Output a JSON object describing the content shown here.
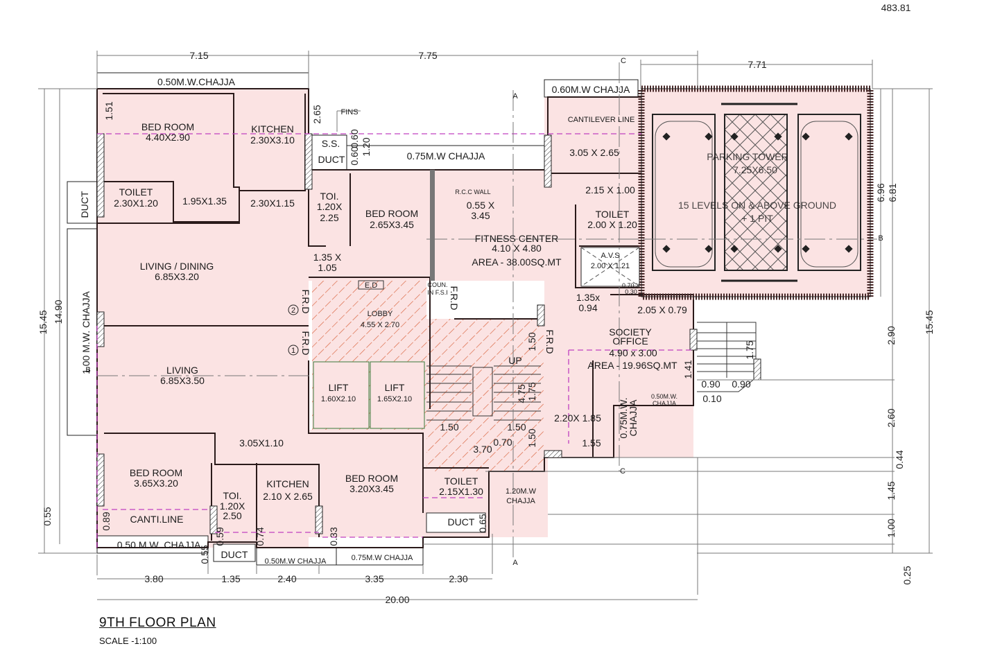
{
  "title": "9TH  FLOOR PLAN",
  "scale": "SCALE -1:100",
  "sheet_ref": "483.81",
  "colors": {
    "room_fill": "#fbe3e3",
    "hatch": "#d9603a",
    "cantilever_line": "#c040c0",
    "wall": "#2a1a1a"
  },
  "dimensions": {
    "top": [
      "7.15",
      "7.75",
      "7.71"
    ],
    "bottom": [
      "3.80",
      "1.35",
      "2.40",
      "3.35",
      "2.30",
      "20.00"
    ],
    "left": [
      "15.45",
      "14.90",
      "0.55"
    ],
    "right": [
      "6.96",
      "6.81",
      "2.90",
      "2.60",
      "0.44",
      "1.45",
      "1.00",
      "0.25",
      "15.45"
    ],
    "misc": [
      "1.51",
      "2.65",
      "0.60",
      "0.60",
      "1.20",
      "0.89",
      "0.59",
      "0.74",
      "0.33",
      "0.55",
      "0.65",
      "1.41",
      "1.75",
      "0.90",
      "0.90",
      "0.10",
      "1.55",
      "1.50",
      "4.75",
      "1.75",
      "1.50",
      "1.50",
      "0.70",
      "3.70",
      "1.50"
    ]
  },
  "section_markers": [
    "A",
    "A",
    "B",
    "B",
    "C",
    "C"
  ],
  "notes": {
    "fins": "FINS",
    "rcc_wall": "R.C.C WALL",
    "cantilever": "CANTILEVER  LINE",
    "canti_line": "CANTI.LINE",
    "ed": "E.D",
    "coun": [
      "COUN.",
      "IN F.S.I"
    ],
    "frd": "F.R.D",
    "up": "UP",
    "circle_2": "2",
    "circle_1": "1",
    "small_070": [
      "0.70 X",
      "0.30"
    ]
  },
  "chajjas": {
    "top_left": "0.50M.W.CHAJJA",
    "mid": "0.75M.W CHAJJA",
    "top_right": "0.60M.W CHAJJA",
    "left": "1.00 M.W. CHAJJA",
    "bottom_left": "0.50 M.W .CHAJJA",
    "bottom_mid": "0.50M.W CHAJJA",
    "bottom_mid2": "0.75M.W CHAJJA",
    "right_bottom": [
      "1.20M.W",
      "CHAJJA"
    ],
    "office_a": [
      "0.75M.W.",
      "CHAJJA"
    ],
    "office_b": [
      "0.50M.W.",
      "CHAJJA"
    ]
  },
  "rooms": {
    "bed1": [
      "BED ROOM",
      "4.40X2.90"
    ],
    "kitchen1": [
      "KITCHEN",
      "2.30X3.10"
    ],
    "toilet1": [
      "TOILET",
      "2.30X1.20"
    ],
    "passage1": "1.95X1.35",
    "passage2": "2.30X1.15",
    "duct_left": "DUCT",
    "ss": "S.S.",
    "duct_top": "DUCT",
    "toi2": [
      "TOI.",
      "1.20X",
      "2.25"
    ],
    "bed2": [
      "BED ROOM",
      "2.65X3.45"
    ],
    "rcc_area": [
      "0.55 X",
      "3.45"
    ],
    "fitness": [
      "FITNESS CENTER",
      "4.10 X 4.80",
      "AREA - 38.00SQ.MT"
    ],
    "room_3_05": "3.05 X 2.65",
    "room_2_15": "2.15 X 1.00",
    "toilet3": [
      "TOILET",
      "2.00 X 1.20"
    ],
    "avs": [
      "A.V.S",
      "2.00 X 1.21"
    ],
    "parking": [
      "PARKING TOWER",
      "7.25X6.50",
      "15 LEVELS ON & ABOVE GROUND",
      "+ 1 PIT"
    ],
    "passage3": [
      "1.35 X",
      "1.05"
    ],
    "living_dining": [
      "LIVING / DINING",
      "6.85X3.20"
    ],
    "lobby": [
      "LOBBY",
      "4.55 X 2.70"
    ],
    "passage4": [
      "1.35x",
      "0.94"
    ],
    "room_2_05": "2.05 X 0.79",
    "society": [
      "SOCIETY",
      "OFFICE",
      "4.90 x 3.00",
      "AREA - 19.96SQ.MT"
    ],
    "living": [
      "LIVING",
      "6.85X3.50"
    ],
    "lift1": [
      "LIFT",
      "1.60X2.10"
    ],
    "lift2": [
      "LIFT",
      "1.65X2.10"
    ],
    "room_2_20": "2.20X 1.85",
    "passage5": "3.05X1.10",
    "bed3": [
      "BED ROOM",
      "3.65X3.20"
    ],
    "toi4": [
      "TOI.",
      "1.20X",
      "2.50"
    ],
    "kitchen2": [
      "KITCHEN",
      "2.10 X 2.65"
    ],
    "bed4": [
      "BED ROOM",
      "3.20X3.45"
    ],
    "toilet5": [
      "TOILET",
      "2.15X1.30"
    ],
    "duct_br": "DUCT",
    "duct_bl": "DUCT"
  }
}
